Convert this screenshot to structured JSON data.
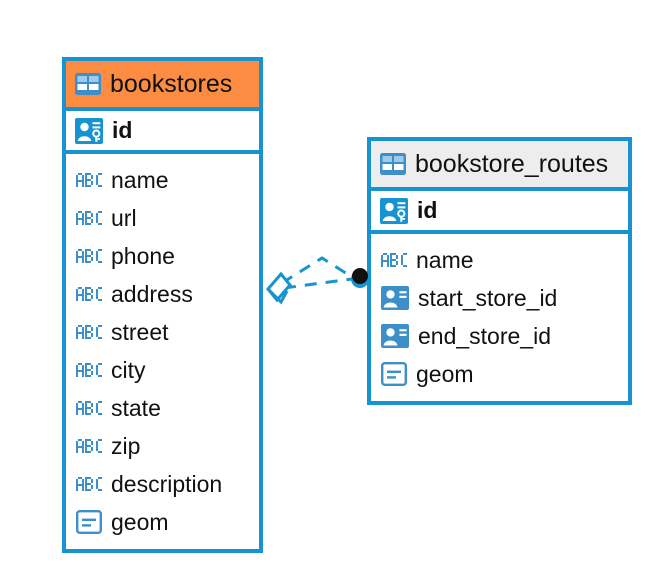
{
  "diagram": {
    "type": "entity-relationship-diagram",
    "background": "#ffffff",
    "accent_color": "#1893D2",
    "highlight_color": "#FB8C42",
    "header_grey": "#EDEDED",
    "relationship": {
      "from_table": "bookstores",
      "to_table": "bookstore_routes",
      "line_style": "dashed",
      "source_marker": "diamond",
      "target_marker": "filled-circle",
      "edge_count": 2
    }
  },
  "tables": [
    {
      "name": "bookstores",
      "header_icon": "table-icon",
      "header_style": "orange",
      "primary_key": {
        "label": "id",
        "icon": "primary-key-icon"
      },
      "columns": [
        {
          "label": "name",
          "icon": "abc-icon"
        },
        {
          "label": "url",
          "icon": "abc-icon"
        },
        {
          "label": "phone",
          "icon": "abc-icon"
        },
        {
          "label": "address",
          "icon": "abc-icon"
        },
        {
          "label": "street",
          "icon": "abc-icon"
        },
        {
          "label": "city",
          "icon": "abc-icon"
        },
        {
          "label": "state",
          "icon": "abc-icon"
        },
        {
          "label": "zip",
          "icon": "abc-icon"
        },
        {
          "label": "description",
          "icon": "abc-icon"
        },
        {
          "label": "geom",
          "icon": "geometry-icon"
        }
      ]
    },
    {
      "name": "bookstore_routes",
      "header_icon": "table-icon",
      "header_style": "grey",
      "primary_key": {
        "label": "id",
        "icon": "primary-key-icon"
      },
      "columns": [
        {
          "label": "name",
          "icon": "abc-icon"
        },
        {
          "label": "start_store_id",
          "icon": "foreign-key-icon"
        },
        {
          "label": "end_store_id",
          "icon": "foreign-key-icon"
        },
        {
          "label": "geom",
          "icon": "geometry-icon"
        }
      ]
    }
  ]
}
